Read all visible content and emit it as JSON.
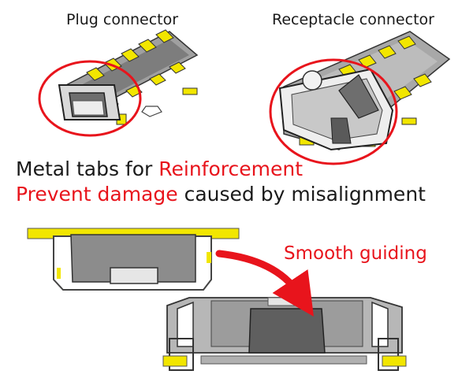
{
  "labels": {
    "plug": "Plug connector",
    "receptacle": "Receptacle connector",
    "line1_prefix": "Metal tabs for ",
    "line1_highlight": "Reinforcement",
    "line2_highlight": "Prevent damage",
    "line2_suffix": " caused by misalignment",
    "guide": "Smooth guiding"
  },
  "colors": {
    "highlight_red": "#e8141c",
    "contact_yellow": "#f2e600",
    "body_gray": "#8c8c8c",
    "metal_light": "#e6e6e6"
  }
}
